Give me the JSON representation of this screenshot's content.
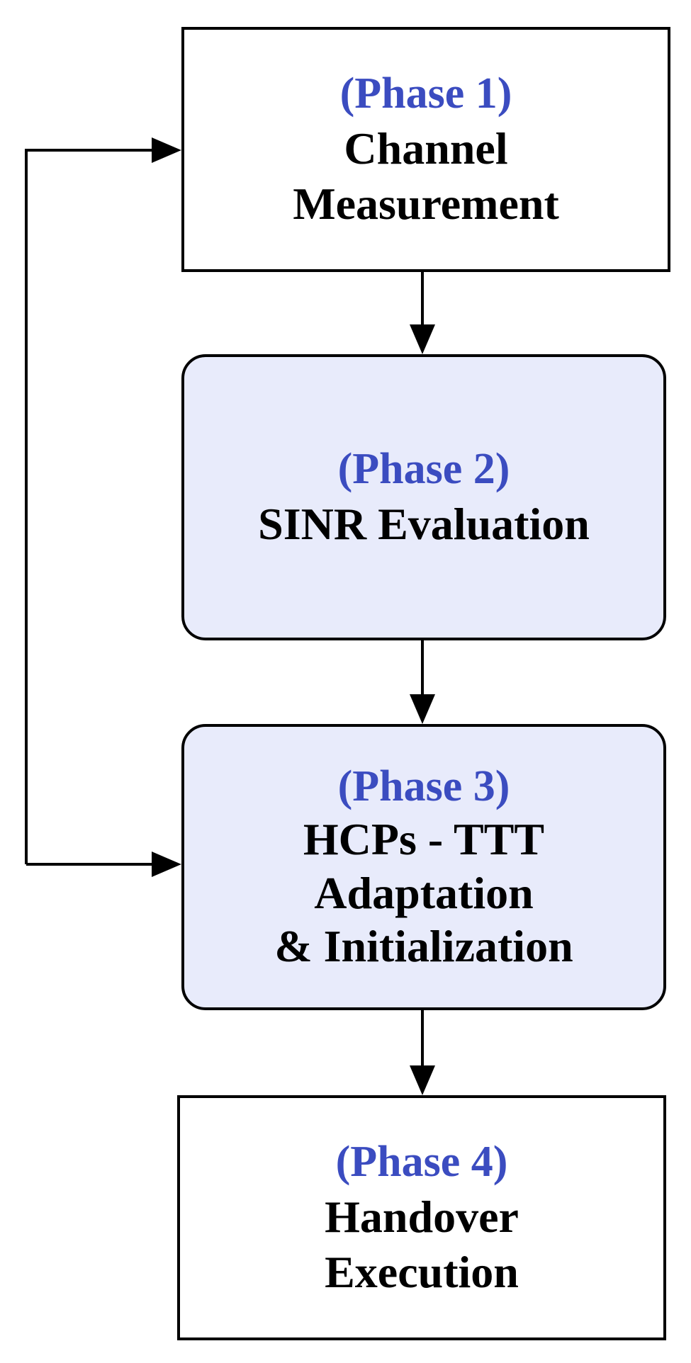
{
  "colors": {
    "phase_label": "#3b4cc0",
    "text": "#000000",
    "square_fill": "#ffffff",
    "rounded_fill": "#e8ebfb",
    "stroke": "#000000"
  },
  "phases": [
    {
      "label": "(Phase 1)",
      "lines": [
        "Channel",
        "Measurement"
      ]
    },
    {
      "label": "(Phase 2)",
      "lines": [
        "SINR Evaluation"
      ]
    },
    {
      "label": "(Phase 3)",
      "lines": [
        "HCPs - TTT",
        "Adaptation",
        "& Initialization"
      ]
    },
    {
      "label": "(Phase 4)",
      "lines": [
        "Handover",
        "Execution"
      ]
    }
  ]
}
